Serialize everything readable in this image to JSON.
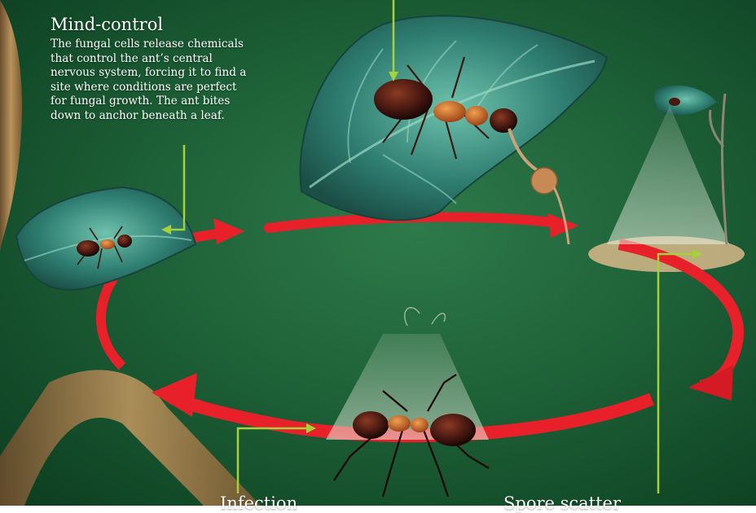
{
  "mind_control": {
    "title": "Mind-control",
    "lines": [
      "The fungal cells release chemicals",
      "that control the ant’s central",
      "nervous system, forcing it to find a",
      "site where conditions are perfect",
      "for fungal growth. The ant bites",
      "down to anchor beneath a leaf."
    ]
  },
  "stages": {
    "infection_label": "Infection",
    "spore_label": "Spore scatter"
  },
  "colors": {
    "background": "#1e6138",
    "cycle_arrow": "#e8202a",
    "pointer_line": "#a6d13a",
    "leaf": "#2f7e72",
    "ant_body": "#4a1a12",
    "ant_thorax": "#c8581e"
  }
}
